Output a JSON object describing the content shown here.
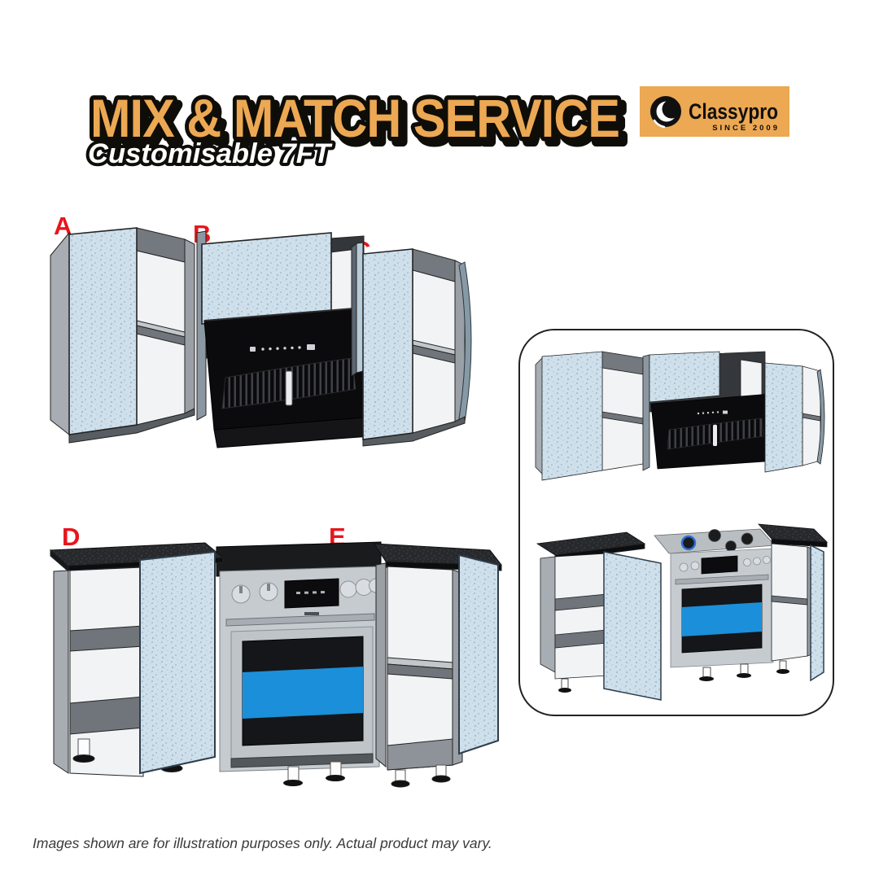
{
  "header": {
    "title": "MIX & MATCH SERVICE",
    "subtitle": "Customisable 7FT"
  },
  "logo": {
    "brand": "Classypro",
    "since": "SINCE 2009"
  },
  "labels": {
    "a": "A",
    "b": "B",
    "c": "C",
    "d": "D",
    "e": "E"
  },
  "footer": {
    "disclaimer": "Images shown are for illustration purposes only. Actual product may vary."
  },
  "colors": {
    "accent_orange": "#ECA853",
    "outline_black": "#0f0d08",
    "label_red": "#E8151D",
    "door_blue_speckled": "#CFE0EB",
    "cabinet_gray": "#A8ADB3",
    "interior_white": "#F1F3F5",
    "shelf_gray": "#6F757B",
    "countertop_black": "#27292C",
    "hood_black": "#0B0B0D",
    "oven_steel": "#C6CBD0",
    "oven_window_blue": "#1B8FD9"
  }
}
